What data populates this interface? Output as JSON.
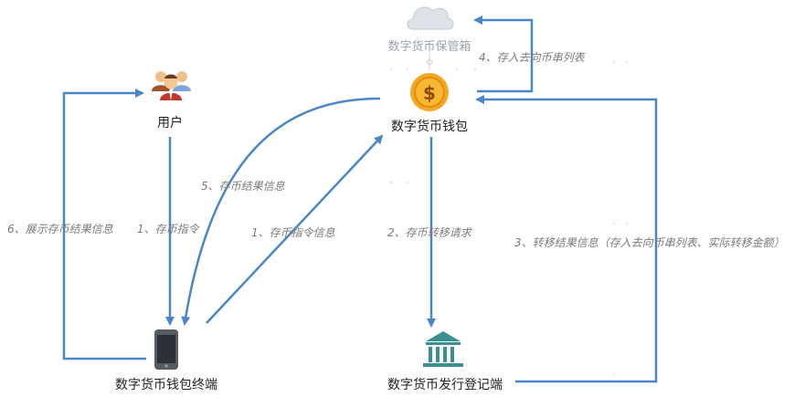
{
  "nodes": {
    "vault": {
      "label": "数字货币保管箱",
      "icon": "cloud-icon"
    },
    "user": {
      "label": "用户",
      "icon": "users-icon"
    },
    "wallet": {
      "label": "数字货币钱包",
      "icon": "coin-icon"
    },
    "terminal": {
      "label": "数字货币钱包终端",
      "icon": "phone-icon"
    },
    "registry": {
      "label": "数字货币发行登记端",
      "icon": "bank-icon"
    }
  },
  "edges": {
    "e1_user_terminal": "1、存币指令",
    "e1_terminal_wallet": "1、存币指令信息",
    "e2_wallet_registry": "2、存币转移请求",
    "e3_registry_wallet": "3、转移结果信息（存入去向币串列表、实际转移金额）",
    "e4_wallet_vault": "4、存入去向币串列表",
    "e5_wallet_terminal": "5、存币结果信息",
    "e6_terminal_user": "6、展示存币结果信息"
  },
  "colors": {
    "arrow": "#4a86c8",
    "coin": "#f5a623",
    "bank": "#3a8f95",
    "cloud": "#d4d8dd"
  }
}
